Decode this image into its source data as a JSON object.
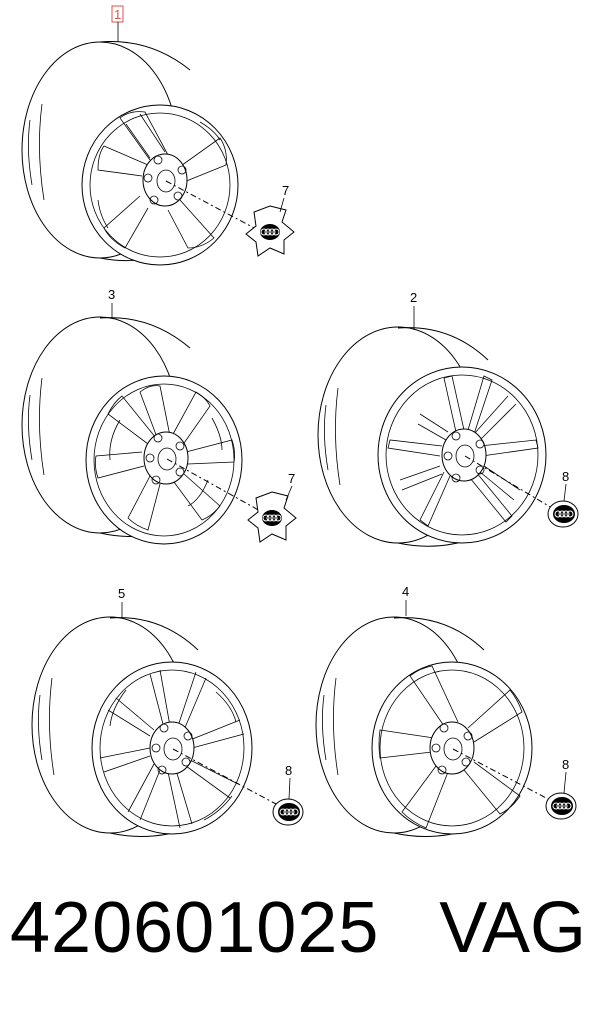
{
  "diagram": {
    "wheels": [
      {
        "callout": "1",
        "highlighted": true
      },
      {
        "callout": "3"
      },
      {
        "callout": "2"
      },
      {
        "callout": "5"
      },
      {
        "callout": "4"
      }
    ],
    "caps": [
      {
        "callout": "7",
        "type": "spider"
      },
      {
        "callout": "7",
        "type": "spider"
      },
      {
        "callout": "8",
        "type": "round"
      },
      {
        "callout": "8",
        "type": "round"
      },
      {
        "callout": "8",
        "type": "round"
      }
    ]
  },
  "footer": {
    "part_number": "420601025",
    "brand": "VAG"
  },
  "colors": {
    "line": "#000000",
    "highlight": "#d9534f",
    "background": "#ffffff"
  }
}
